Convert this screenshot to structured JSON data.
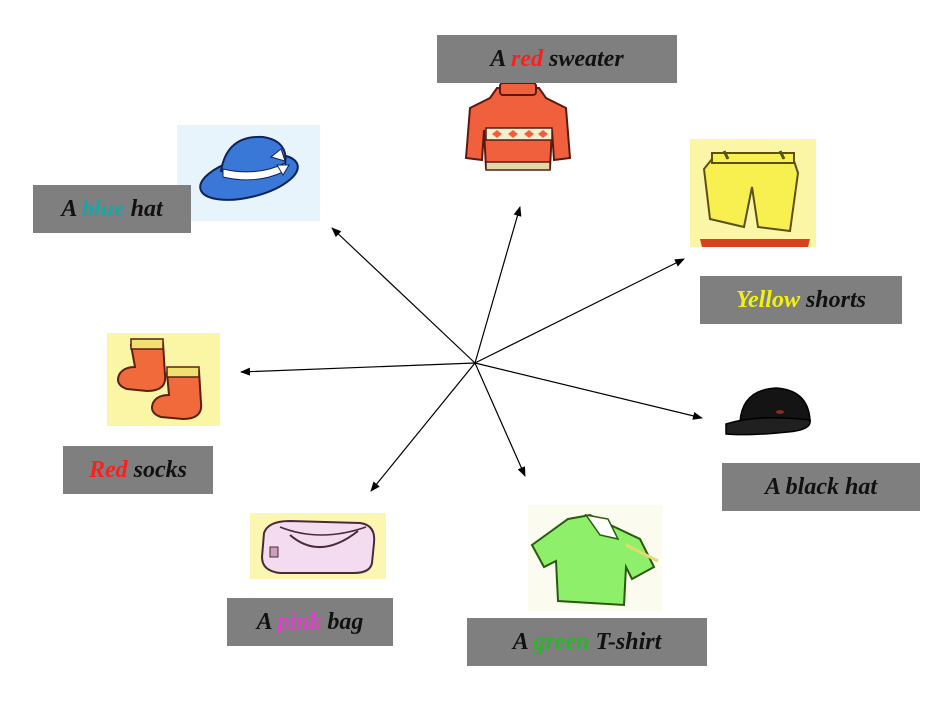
{
  "items": [
    {
      "id": "red-sweater",
      "parts": [
        {
          "text": "A "
        },
        {
          "text": "red",
          "color": "#ff1e1e"
        },
        {
          "text": " sweater"
        }
      ]
    },
    {
      "id": "blue-hat",
      "parts": [
        {
          "text": "A "
        },
        {
          "text": "blue",
          "color": "#1aa6a6"
        },
        {
          "text": " hat"
        }
      ]
    },
    {
      "id": "yellow-shorts",
      "parts": [
        {
          "text": "Yellow",
          "color": "#f2f20a"
        },
        {
          "text": " shorts"
        }
      ]
    },
    {
      "id": "red-socks",
      "parts": [
        {
          "text": "Red",
          "color": "#ff1e1e"
        },
        {
          "text": " socks"
        }
      ]
    },
    {
      "id": "black-hat",
      "parts": [
        {
          "text": "A black hat"
        }
      ]
    },
    {
      "id": "pink-bag",
      "parts": [
        {
          "text": "A "
        },
        {
          "text": "pink",
          "color": "#e040c8"
        },
        {
          "text": " bag"
        }
      ]
    },
    {
      "id": "green-tshirt",
      "parts": [
        {
          "text": "A "
        },
        {
          "text": "green",
          "color": "#2ab52a"
        },
        {
          "text": " T-shirt"
        }
      ]
    }
  ],
  "colors": {
    "label_background": "#7f7f7f",
    "label_text": "#111111",
    "picture_background_yellow": "#fbf6a6",
    "sweater": "#f0603c",
    "hat_blue": "#3a78d8",
    "shorts": "#f8f050",
    "socks": "#f06a3c",
    "cap": "#141414",
    "bag": "#f3dcef",
    "tshirt": "#8ef06a"
  },
  "icons": [
    "sweater-icon",
    "blue-hat-icon",
    "shorts-icon",
    "socks-icon",
    "black-cap-icon",
    "bag-icon",
    "tshirt-icon"
  ]
}
